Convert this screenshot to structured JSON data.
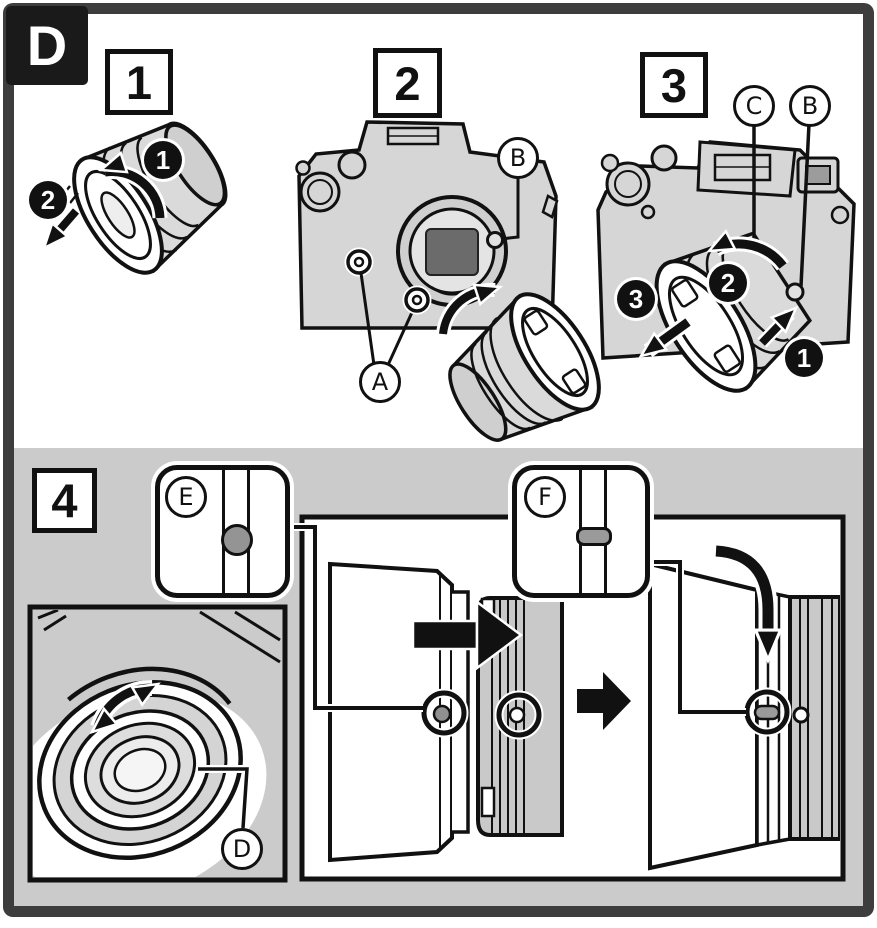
{
  "panel": {
    "label": "D"
  },
  "colors": {
    "frame": "#3d3d3d",
    "section_top_bg": "#ffffff",
    "section_bottom_bg": "#cbcbcb",
    "line_art": "#111111",
    "camera_body_fill": "#d6d6d6",
    "lens_barrel_gray": "#c9c9c9",
    "fitting_mark_gray": "#949494",
    "label_bg": "#1a1a1a",
    "label_fg": "#ffffff"
  },
  "steps": {
    "step1": {
      "number": "1",
      "action_badges": [
        "1",
        "2"
      ]
    },
    "step2": {
      "number": "2",
      "callouts": {
        "a": "A",
        "b": "B"
      }
    },
    "step3": {
      "number": "3",
      "callouts": {
        "c": "C",
        "b": "B"
      },
      "action_badges": [
        "1",
        "2",
        "3"
      ]
    },
    "step4": {
      "number": "4",
      "callouts": {
        "d": "D",
        "e": "E",
        "f": "F"
      }
    }
  }
}
